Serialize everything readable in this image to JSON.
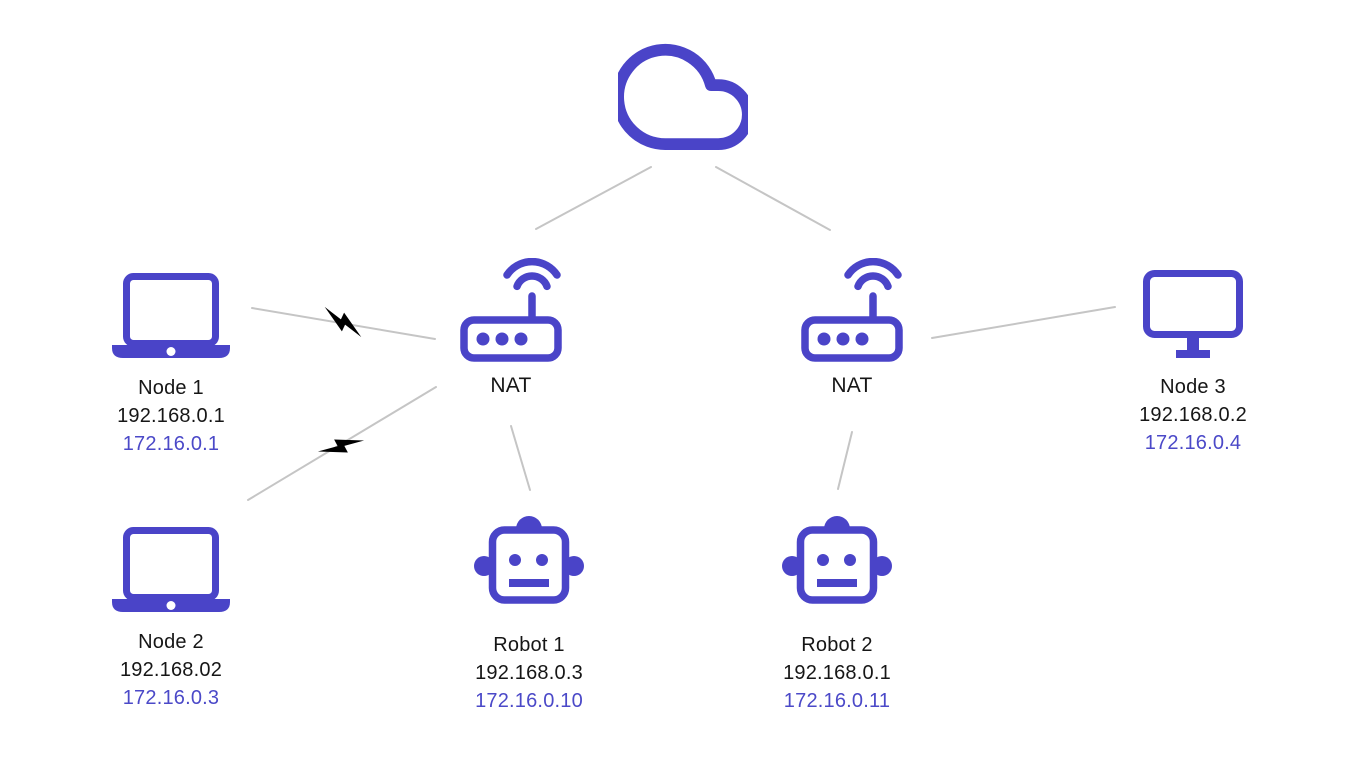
{
  "colors": {
    "accent": "#4a44c8",
    "ip": "#4b49c8",
    "text": "#161616",
    "line": "#c5c5c5",
    "bolt": "#000000"
  },
  "devices": {
    "cloud": {
      "icon": "cloud-icon"
    },
    "nat1": {
      "icon": "router-wifi-icon",
      "label": "NAT"
    },
    "nat2": {
      "icon": "router-wifi-icon",
      "label": "NAT"
    },
    "node1": {
      "icon": "laptop-icon",
      "label": "Node 1",
      "public_ip": "192.168.0.1",
      "private_ip": "172.16.0.1"
    },
    "node2": {
      "icon": "laptop-icon",
      "label": "Node 2",
      "public_ip": "192.168.02",
      "private_ip": "172.16.0.3"
    },
    "node3": {
      "icon": "monitor-icon",
      "label": "Node 3",
      "public_ip": "192.168.0.2",
      "private_ip": "172.16.0.4"
    },
    "robot1": {
      "icon": "robot-icon",
      "label": "Robot 1",
      "public_ip": "192.168.0.3",
      "private_ip": "172.16.0.10"
    },
    "robot2": {
      "icon": "robot-icon",
      "label": "Robot 2",
      "public_ip": "192.168.0.1",
      "private_ip": "172.16.0.11"
    }
  },
  "connections": [
    {
      "from": "cloud",
      "to": "nat1",
      "status": "ok"
    },
    {
      "from": "cloud",
      "to": "nat2",
      "status": "ok"
    },
    {
      "from": "node1",
      "to": "nat1",
      "status": "interference"
    },
    {
      "from": "node2",
      "to": "nat1",
      "status": "interference"
    },
    {
      "from": "nat1",
      "to": "robot1",
      "status": "ok"
    },
    {
      "from": "nat2",
      "to": "robot2",
      "status": "ok"
    },
    {
      "from": "nat2",
      "to": "node3",
      "status": "ok"
    }
  ]
}
